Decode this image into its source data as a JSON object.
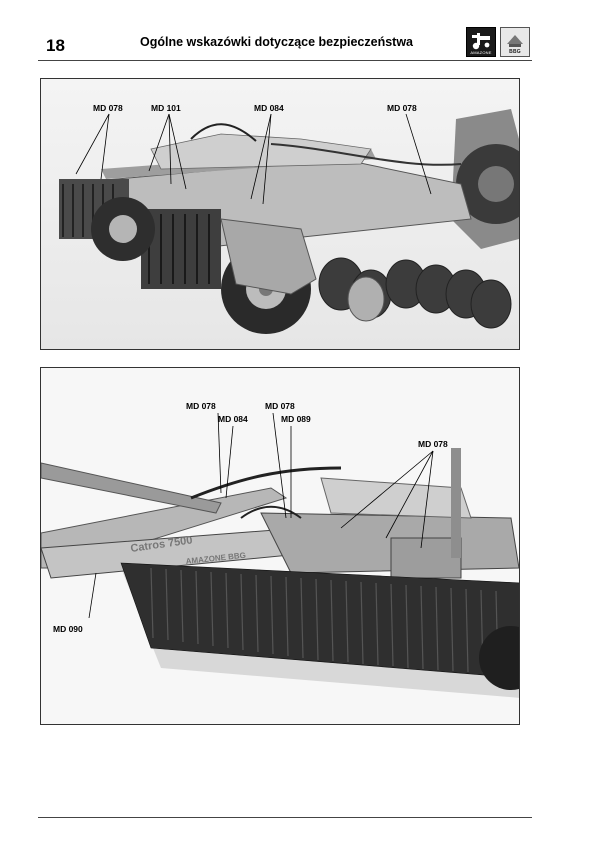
{
  "header": {
    "page_number": "18",
    "title": "Ogólne wskazówki dotyczące bezpieczeństwa",
    "logo_left": {
      "icon": "amazone-logo-icon",
      "text": "AMAZONE"
    },
    "logo_right": {
      "icon": "bbg-logo-icon",
      "text": "BBG"
    }
  },
  "figure_1": {
    "callouts": [
      "MD 078",
      "MD 101",
      "MD 084",
      "MD 078"
    ]
  },
  "figure_2": {
    "callouts": [
      "MD 078",
      "MD 084",
      "MD 078",
      "MD 089",
      "MD 078",
      "MD 090"
    ],
    "machine_text": [
      "Catros 7500",
      "AMAZONE BBG"
    ]
  }
}
